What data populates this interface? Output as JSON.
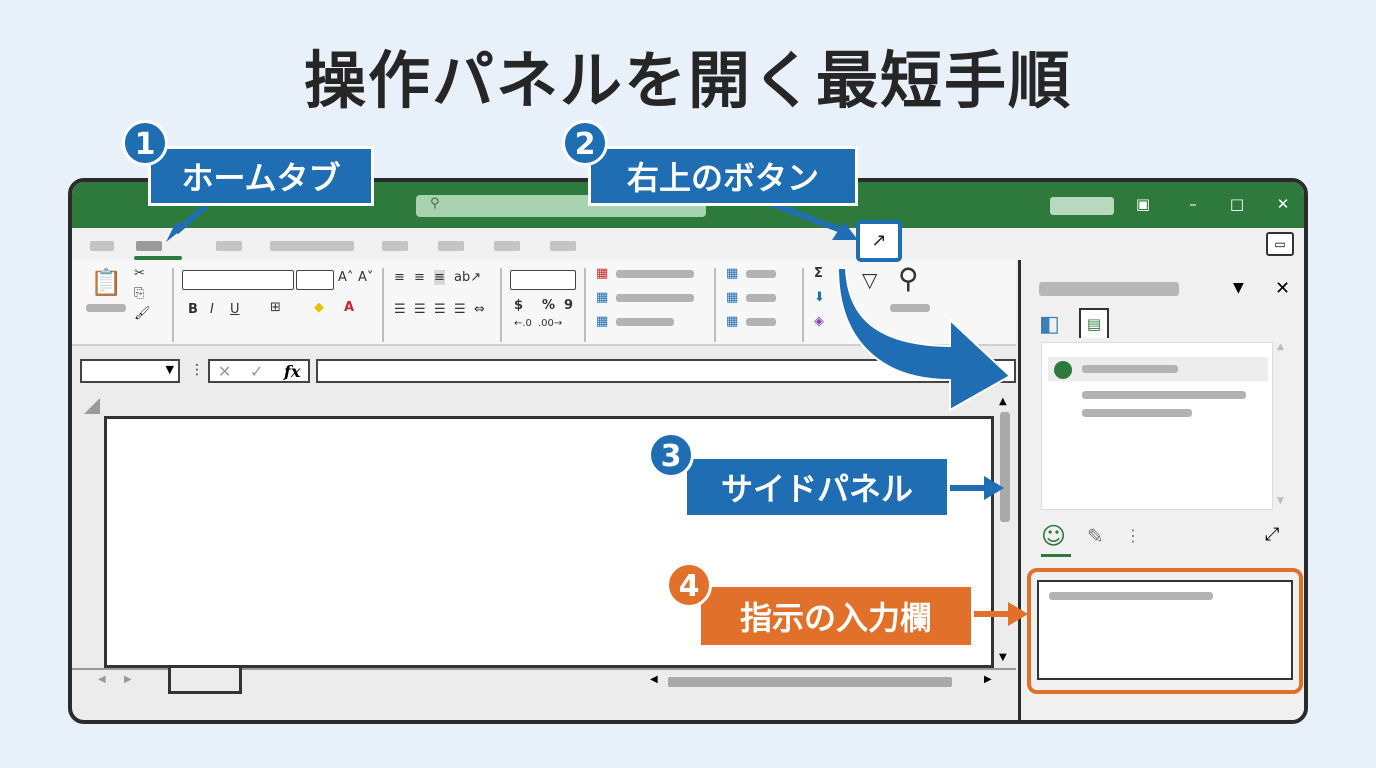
{
  "title": "操作パネルを開く最短手順",
  "callouts": [
    {
      "num": "1",
      "label": "ホームタブ"
    },
    {
      "num": "2",
      "label": "右上のボタン"
    },
    {
      "num": "3",
      "label": "サイドパネル"
    },
    {
      "num": "4",
      "label": "指示の入力欄"
    }
  ],
  "ribbon": {
    "bold": "B",
    "italic": "I",
    "underline": "U",
    "currency": "$",
    "percent": "%",
    "comma": "9",
    "sum": "Σ",
    "fx": "fx"
  },
  "colors": {
    "brand": "#2e7a3d",
    "callout_blue": "#1f6db3",
    "callout_orange": "#e0702a"
  }
}
